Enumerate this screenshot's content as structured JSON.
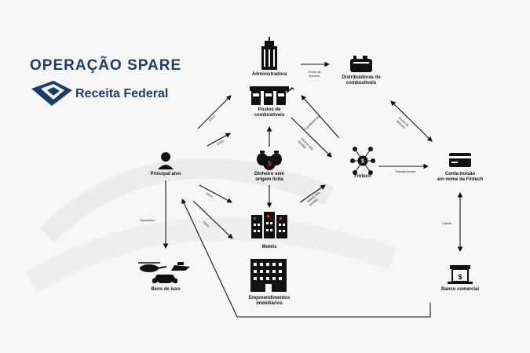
{
  "header": {
    "title": "OPERAÇÃO SPARE",
    "brand": "Receita Federal"
  },
  "nodes": {
    "administradora": "Administradora",
    "distribuidoras": [
      "Distribuidoras de",
      "combustíveis"
    ],
    "postos": [
      "Postos de",
      "combustíveis"
    ],
    "dinheiro": [
      "Dinheiro sem",
      "origem lícita"
    ],
    "principal": "Principal alvo",
    "fintech": "Fintech",
    "conta": [
      "Conta-bolsão",
      "em nome da Fintech"
    ],
    "moteis": "Motéis",
    "bens": "Bens de luxo",
    "empreendimentos": [
      "Empreendimentos",
      "imobiliários"
    ],
    "banco": "Banco comercial"
  },
  "edges": {
    "envio_dinheiro_1": [
      "Envio de",
      "dinheiro"
    ],
    "envio_dinheiro_2": [
      "Envio de",
      "dinheiro"
    ],
    "dono_1": "Dono",
    "dono_2": "Dono",
    "dono_3": "Dono",
    "dono_4": "Dono",
    "transferencias_1": "Transferências",
    "transferencias_2": "Transferências",
    "valores_vendas_1": [
      "Valores das",
      "vendas"
    ],
    "valores_vendas_2": [
      "Valores das",
      "vendas"
    ],
    "aquisicoes": "Aquisições",
    "cliente": "Cliente"
  },
  "colors": {
    "brand": "#1b3d6e",
    "ink": "#111111"
  }
}
